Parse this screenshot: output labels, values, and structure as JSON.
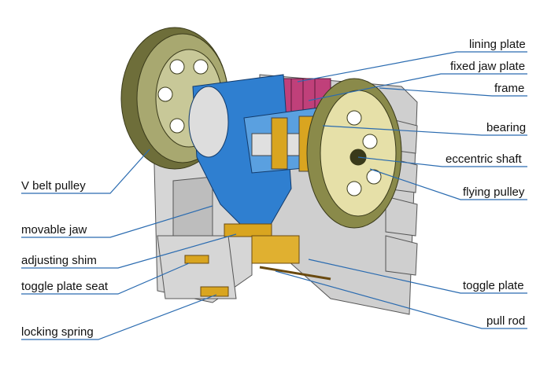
{
  "title": "Jaw crusher structure",
  "labels_right": {
    "lining_plate": "lining plate",
    "fixed_jaw_plate": "fixed jaw plate",
    "frame": "frame",
    "bearing": "bearing",
    "eccentric_shaft": "eccentric shaft",
    "flying_pulley": "flying pulley",
    "toggle_plate": "toggle plate",
    "pull_rod": "pull rod"
  },
  "labels_left": {
    "v_belt_pulley": "V belt pulley",
    "movable_jaw": "movable jaw",
    "adjusting_shim": "adjusting shim",
    "toggle_plate_seat": "toggle plate seat",
    "locking_spring": "locking spring"
  },
  "colors": {
    "leader": "#2a6bb0",
    "pulley": "#8a8a4a",
    "frame": "#c8c8c8",
    "jaw": "#2f7fd0",
    "lining": "#c0407a",
    "brass": "#d9a520"
  }
}
